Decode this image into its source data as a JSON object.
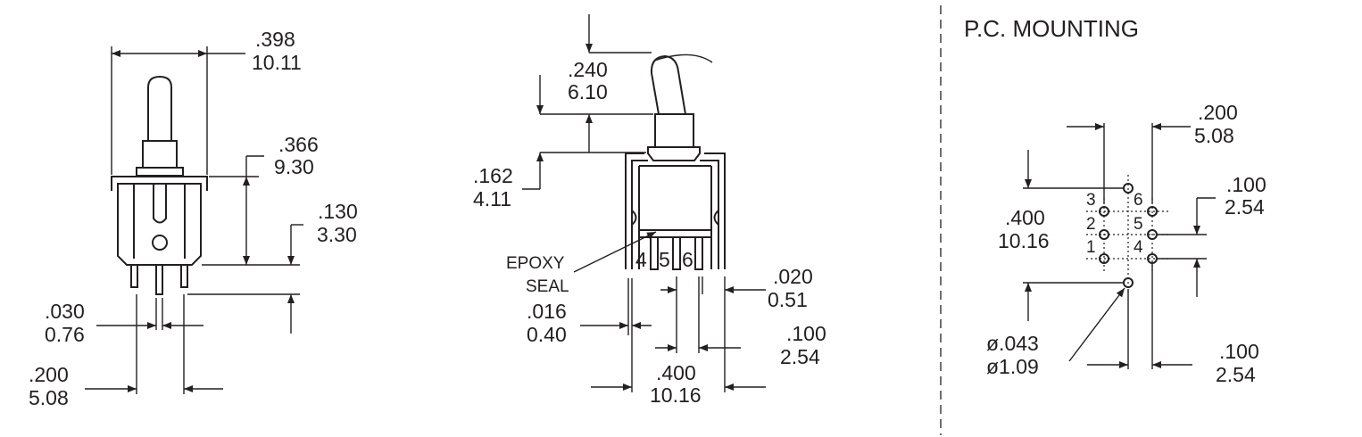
{
  "left_view": {
    "overall_width": {
      "in": ".398",
      "mm": "10.11"
    },
    "body_height": {
      "in": ".366",
      "mm": "9.30"
    },
    "pin_length": {
      "in": ".130",
      "mm": "3.30"
    },
    "pin_thickness": {
      "in": ".030",
      "mm": "0.76"
    },
    "pin_spacing": {
      "in": ".200",
      "mm": "5.08"
    }
  },
  "middle_view": {
    "handle_height": {
      "in": ".240",
      "mm": "6.10"
    },
    "bushing_height": {
      "in": ".162",
      "mm": "4.11"
    },
    "epoxy_label": "EPOXY",
    "seal_label": "SEAL",
    "pin_labels": [
      "4",
      "5",
      "6"
    ],
    "bracket_thickness": {
      "in": ".020",
      "mm": "0.51"
    },
    "pin_thickness": {
      "in": ".016",
      "mm": "0.40"
    },
    "pin_pitch": {
      "in": ".100",
      "mm": "2.54"
    },
    "bracket_span": {
      "in": ".400",
      "mm": "10.16"
    }
  },
  "pc_mounting": {
    "title": "P.C. MOUNTING",
    "row_spacing_top": {
      "in": ".200",
      "mm": "5.08"
    },
    "pitch_right": {
      "in": ".100",
      "mm": "2.54"
    },
    "overall_height": {
      "in": ".400",
      "mm": "10.16"
    },
    "hole_diameter": {
      "in": "ø.043",
      "mm": "ø1.09"
    },
    "pitch_bottom": {
      "in": ".100",
      "mm": "2.54"
    },
    "hole_labels_left": [
      "3",
      "2",
      "1"
    ],
    "hole_labels_right": [
      "6",
      "5",
      "4"
    ]
  }
}
